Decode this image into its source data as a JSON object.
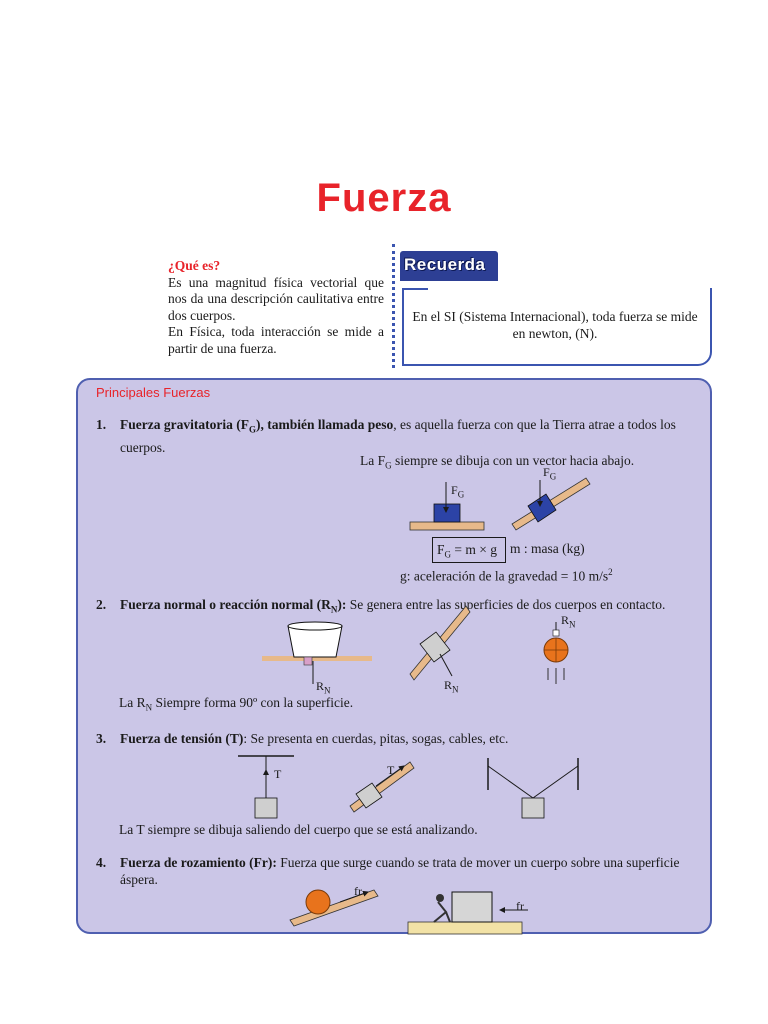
{
  "title": "Fuerza",
  "que_es": {
    "heading": "¿Qué es?",
    "p1": "Es una magnitud física vectorial que nos da una descripción caulitativa entre dos cuerpos.",
    "p2": "En Física, toda interacción se mide a partir de una fuerza."
  },
  "recuerda": {
    "label": "Recuerda",
    "text": "En el SI (Sistema Internacional), toda fuerza se mide en newton, (N)."
  },
  "panel_title": "Principales Fuerzas",
  "items": [
    {
      "num": "1.",
      "bold_a": "Fuerza gravitatoria (F",
      "sub": "G",
      "bold_b": "), también llamada peso",
      "rest": ", es aquella fuerza con que la Tierra atrae a todos los cuerpos.",
      "note_a": "La F",
      "note_sub": "G",
      "note_b": " siempre se dibuja con un vector hacia abajo.",
      "formula": "F",
      "formula_sub": "G",
      "formula_rest": " = m × g",
      "masa": "m : masa (kg)",
      "gravedad": "g: aceleración de la gravedad = 10 m/s",
      "gravedad_sup": "2",
      "fig_label": "F",
      "fig_sub": "G"
    },
    {
      "num": "2.",
      "bold_a": "Fuerza normal o reacción normal (R",
      "sub": "N",
      "bold_b": "):",
      "rest": " Se genera entre las superficies de dos cuerpos en contacto.",
      "note_a": "La R",
      "note_sub": "N",
      "note_b": " Siempre forma 90º con la superficie.",
      "fig_label": "R",
      "fig_sub": "N"
    },
    {
      "num": "3.",
      "bold_a": "Fuerza de tensión (T)",
      "rest": ": Se presenta en cuerdas, pitas, sogas, cables, etc.",
      "note": "La T siempre se dibuja saliendo del cuerpo que se está analizando.",
      "fig_label": "T"
    },
    {
      "num": "4.",
      "bold_a": "Fuerza de rozamiento (Fr):",
      "rest": " Fuerza que surge cuando se trata de mover un cuerpo sobre una superficie áspera.",
      "fig_label": "fr"
    }
  ],
  "colors": {
    "accent": "#e8232a",
    "panel": "#cbc6e7",
    "border": "#4f5fb0",
    "tab": "#2d3f94"
  }
}
